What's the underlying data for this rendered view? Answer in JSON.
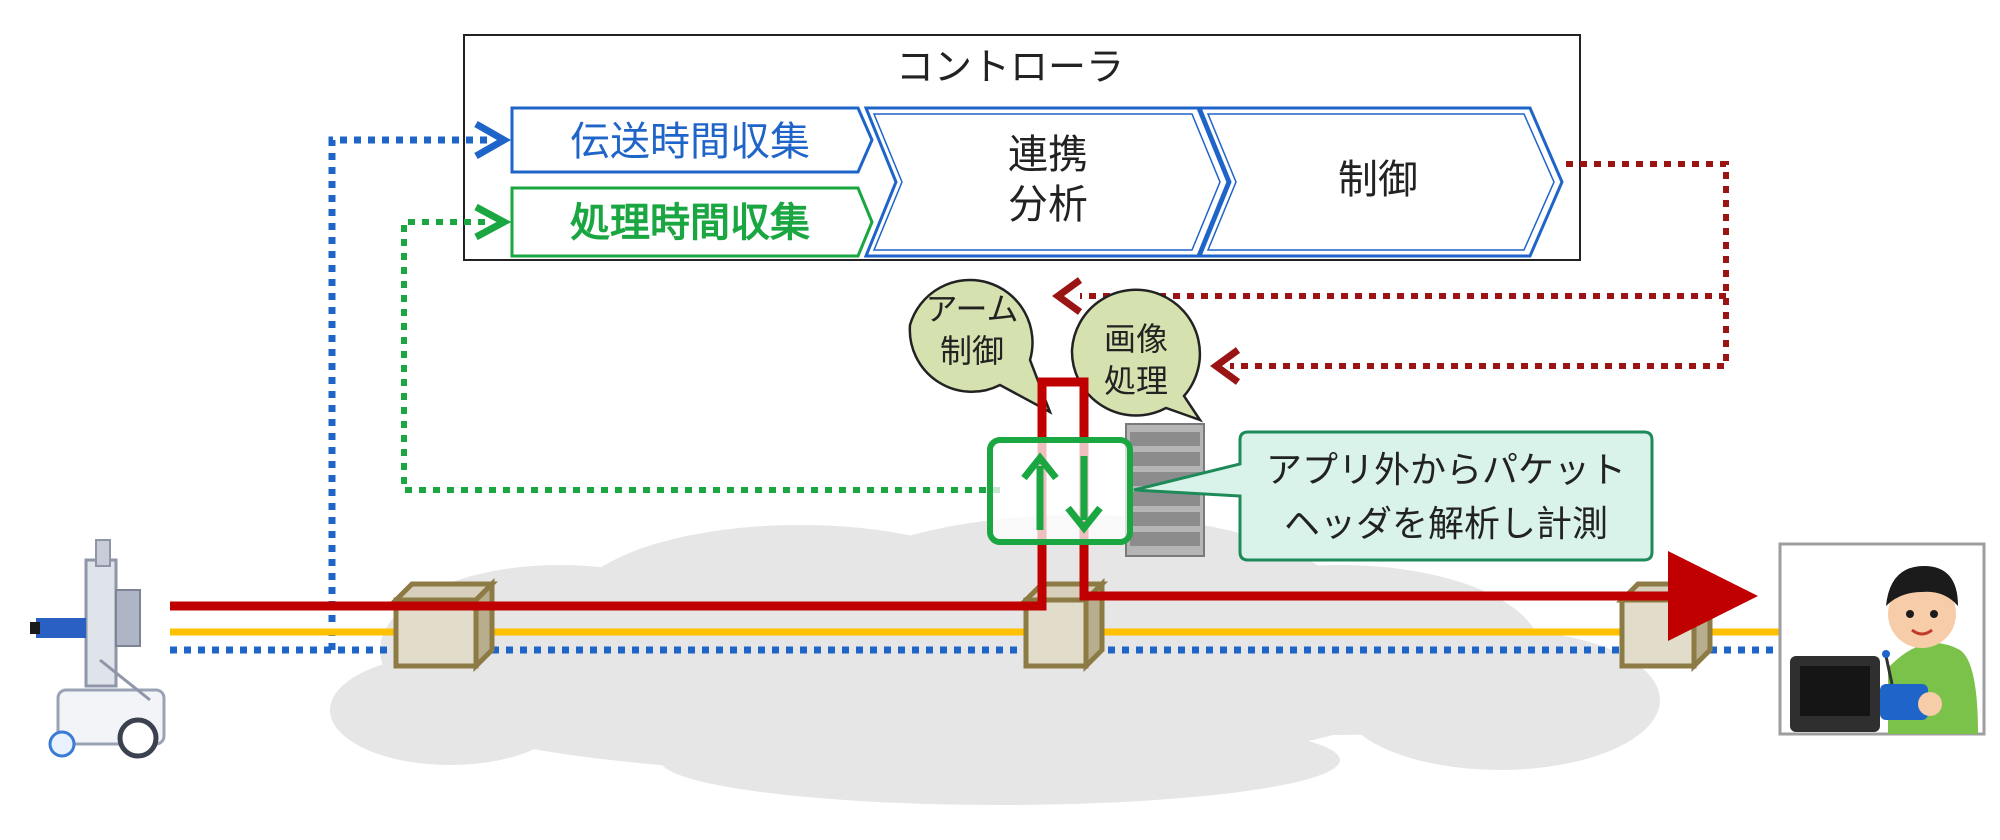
{
  "controller": {
    "title": "コントローラ",
    "transmission_collect": "伝送時間収集",
    "processing_collect": "処理時間収集",
    "analysis_line1": "連携",
    "analysis_line2": "分析",
    "control": "制御"
  },
  "bubbles": {
    "arm_line1": "アーム",
    "arm_line2": "制御",
    "image_line1": "画像",
    "image_line2": "処理"
  },
  "callout": {
    "line1": "アプリ外からパケット",
    "line2": "ヘッダを解析し計測"
  },
  "colors": {
    "blue": "#1f64c8",
    "green": "#1aa640",
    "red": "#c00000",
    "dark_red": "#9b1414",
    "yellow": "#ffc000",
    "bubble_fill": "#d5e2b0",
    "callout_fill": "#d9f2ea",
    "callout_border": "#1e8a58",
    "cloud": "#e8e8e8",
    "box_face": "#e2dccb",
    "box_edge": "#8d7b45"
  },
  "icons": {
    "robot": "mobile-robot-icon",
    "operator": "operator-with-controller-icon",
    "server": "server-rack-icon",
    "switch": "network-switch-icon",
    "cloud": "network-cloud"
  }
}
